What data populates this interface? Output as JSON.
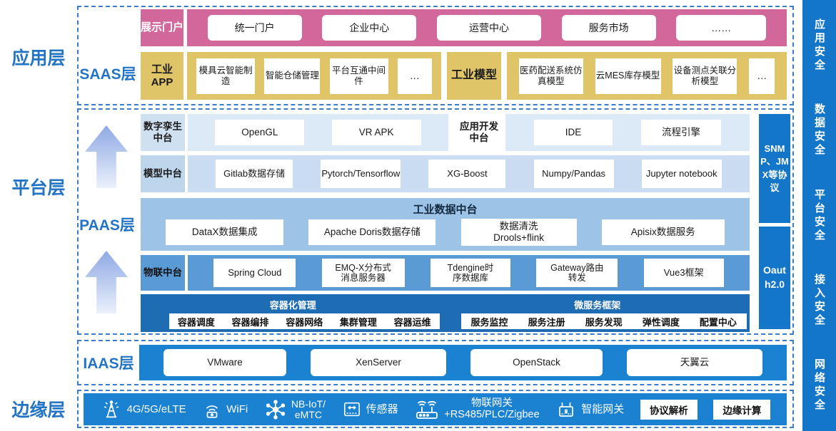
{
  "left_labels": {
    "app": "应用层",
    "platform": "平台层",
    "edge": "边缘层"
  },
  "security_bar": {
    "items": [
      "应用安全",
      "数据安全",
      "平台安全",
      "接入安全",
      "网络安全"
    ]
  },
  "saas": {
    "label": "SAAS层",
    "portal": {
      "label": "展示门户",
      "items": [
        "统一门户",
        "企业中心",
        "运营中心",
        "服务市场",
        "……"
      ]
    },
    "industrial_app": {
      "label": "工业APP",
      "items": [
        "模具云智能制造",
        "智能仓储管理",
        "平台互通中间件",
        "…"
      ]
    },
    "industrial_model": {
      "label": "工业模型",
      "items": [
        "医药配送系统仿真模型",
        "云MES库存模型",
        "设备测点关联分析模型",
        "…"
      ]
    }
  },
  "paas": {
    "label": "PAAS层",
    "digital_twin": {
      "label": "数字孪生中台",
      "items": [
        "OpenGL",
        "VR APK"
      ]
    },
    "app_dev": {
      "label": "应用开发中台",
      "items": [
        "IDE",
        "流程引擎"
      ]
    },
    "model_center": {
      "label": "模型中台",
      "items": [
        "Gitlab数据存储",
        "Pytorch/Tensorflow",
        "XG-Boost",
        "Numpy/Pandas",
        "Jupyter notebook"
      ]
    },
    "industrial_data": {
      "title": "工业数据中台",
      "items": [
        "DataX数据集成",
        "Apache Doris数据存储",
        "数据清洗\nDrools+flink",
        "Apisix数据服务"
      ]
    },
    "iot_center": {
      "label": "物联中台",
      "items": [
        "Spring Cloud",
        "EMQ-X分布式\n消息服务器",
        "Tdengine时\n序数据库",
        "Gateway路由\n转发",
        "Vue3框架"
      ]
    },
    "container_mgmt": {
      "title": "容器化管理",
      "items": [
        "容器调度",
        "容器编排",
        "容器网络",
        "集群管理",
        "容器运维"
      ]
    },
    "microservice": {
      "title": "微服务框架",
      "items": [
        "服务监控",
        "服务注册",
        "服务发现",
        "弹性调度",
        "配置中心"
      ]
    },
    "side_protocols": {
      "snmp": "SNMP、JMX等协议",
      "oauth": "Oauth2.0"
    }
  },
  "iaas": {
    "label": "IAAS层",
    "items": [
      "VMware",
      "XenServer",
      "OpenStack",
      "天翼云"
    ]
  },
  "edge": {
    "connections": [
      {
        "icon": "signal-tower-icon",
        "label": "4G/5G/eLTE"
      },
      {
        "icon": "wifi-icon",
        "label": "WiFi"
      },
      {
        "icon": "hub-icon",
        "label": "NB-IoT/\neMTC"
      },
      {
        "icon": "sensor-icon",
        "label": "传感器"
      },
      {
        "icon": "iot-gateway-icon",
        "label": "物联网关\n+RS485/PLC/Zigbee"
      },
      {
        "icon": "smart-gateway-icon",
        "label": "智能网关"
      }
    ],
    "buttons": [
      "协议解析",
      "边缘计算"
    ]
  },
  "colors": {
    "accent_blue_text": "#2374c5",
    "pink": "#d2679b",
    "yellow": "#e0c568",
    "row_light_band": "#dce9f7",
    "row_light_label": "#cfe0f1",
    "row_model_band": "#c9dcf1",
    "row_data": "#9dc3e6",
    "row_iot": "#5b9bd5",
    "row_container": "#1e6db4",
    "row_bright": "#1b82d2",
    "side_bar": "#1376c9",
    "dashed_border": "#3b7dc4"
  }
}
